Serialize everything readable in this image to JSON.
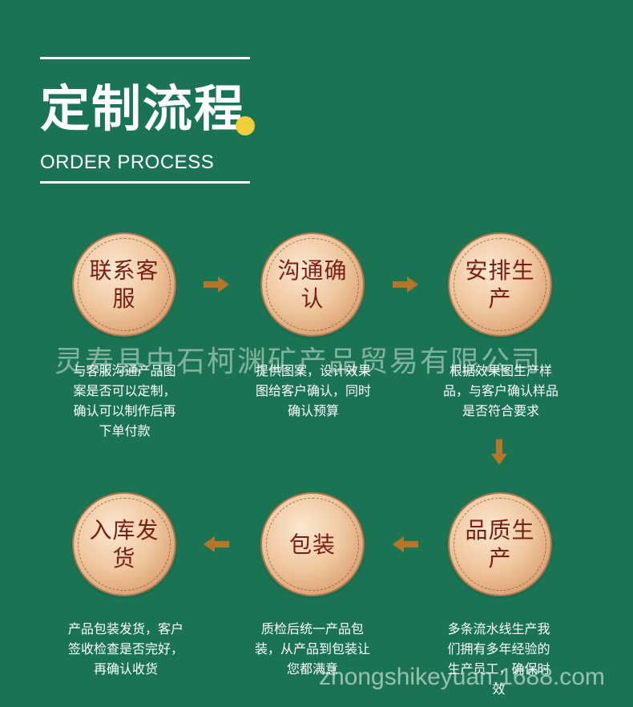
{
  "header": {
    "title_cn": "定制流程",
    "title_en": "ORDER PROCESS"
  },
  "steps": [
    {
      "label": "联系客服",
      "desc": "与客服沟通产品图案是否可以定制，确认可以制作后再下单付款"
    },
    {
      "label": "沟通确认",
      "desc": "提供图案，设计效果图给客户确认，同时确认预算"
    },
    {
      "label": "安排生产",
      "desc": "根据效果图生产样品，与客户确认样品是否符合要求"
    },
    {
      "label": "品质生产",
      "desc": "多条流水线生产我们拥有多年经验的生产员工，确保时效"
    },
    {
      "label": "包装",
      "desc": "质检后统一产品包装，从产品到包装让您都满意"
    },
    {
      "label": "入库发货",
      "desc": "产品包装发货，客户签收检查是否完好，再确认收货"
    }
  ],
  "watermark": {
    "company": "灵寿县中石柯渊矿产品贸易有限公司",
    "site": "zhongshikeyuan.1688.com"
  },
  "colors": {
    "background": "#1a7352",
    "accent_dot": "#f2cf3a",
    "arrow": "#b5752a",
    "medal_text": "#7a1e14"
  }
}
